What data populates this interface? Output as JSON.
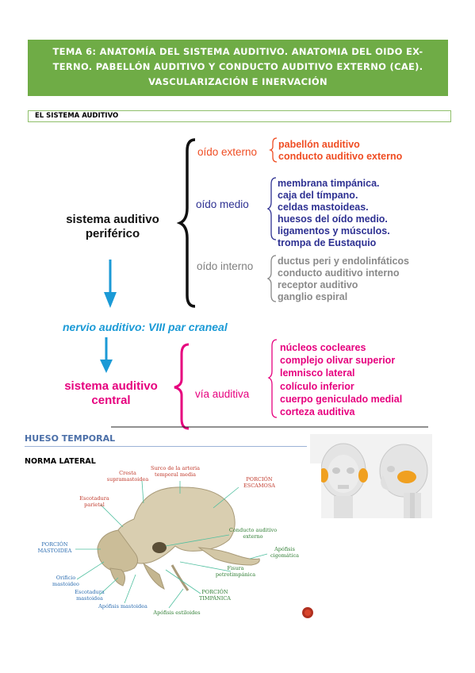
{
  "header": {
    "title_lines": [
      "TEMA 6: ANATOMÍA DEL SISTEMA AUDITIVO. ANATOMIA DEL OIDO EX-",
      "TERNO. PABELLÓN AUDITIVO Y CONDUCTO AUDITIVO EXTERNO (CAE).",
      "VASCULARIZACIÓN E INERVACIÓN"
    ]
  },
  "section1": {
    "label": "EL SISTEMA AUDITIVO"
  },
  "diagram": {
    "peripheral_lines": [
      "sistema auditivo",
      "periférico"
    ],
    "external_ear": {
      "label": "oído externo",
      "items": [
        "pabellón auditivo",
        "conducto auditivo externo"
      ]
    },
    "middle_ear": {
      "label": "oído medio",
      "items": [
        "membrana timpánica.",
        "caja del tímpano.",
        "celdas mastoideas.",
        "huesos del oído medio.",
        "ligamentos y músculos.",
        "trompa de Eustaquio"
      ]
    },
    "inner_ear": {
      "label": "oído interno",
      "items": [
        "ductus peri y endolinfáticos",
        "conducto auditivo interno",
        "receptor auditivo",
        "ganglio espiral"
      ]
    },
    "nerve": "nervio auditivo: VIII par craneal",
    "central_lines": [
      "sistema auditivo",
      "central"
    ],
    "pathway": {
      "label": "vía auditiva",
      "items": [
        "núcleos cocleares",
        "complejo olivar superior",
        "lemnisco lateral",
        "colículo inferior",
        "cuerpo geniculado medial",
        "corteza auditiva"
      ]
    },
    "colors": {
      "external": "#ef4d23",
      "middle": "#2e3192",
      "inner": "#808080",
      "nerve": "#1b9ad6",
      "central": "#e6007e",
      "arrow": "#1b9ad6"
    }
  },
  "section2": {
    "title": "HUESO TEMPORAL",
    "subtitle": "NORMA LATERAL",
    "labels": {
      "cresta": [
        "Cresta",
        "supramastoidea"
      ],
      "surco": [
        "Surco de la arteria",
        "temporal media"
      ],
      "escamosa": [
        "PORCIÓN",
        "ESCAMOSA"
      ],
      "escotadura_parietal": [
        "Escotadura",
        "parietal"
      ],
      "conducto": [
        "Conducto auditivo",
        "externo"
      ],
      "mastoidea": [
        "PORCIÓN",
        "MASTOIDEA"
      ],
      "cigomatica": [
        "Apófisis",
        "cigomática"
      ],
      "orificio": [
        "Orificio",
        "mastoideo"
      ],
      "fisura": [
        "Fisura",
        "petrotimpánica"
      ],
      "escotadura_mastoidea": [
        "Escotadura",
        "mastoidea"
      ],
      "apofisis_mastoidea": "Apófisis mastoidea",
      "timpanica": [
        "PORCIÓN",
        "TIMPÁNICA"
      ],
      "estiloides": "Apófisis estiloides"
    },
    "colors": {
      "label_red": "#c0392b",
      "label_blue": "#2b6cb0",
      "label_dark": "#333333",
      "leader": "#4fbf9f",
      "bone": "#d9ceb0"
    }
  }
}
